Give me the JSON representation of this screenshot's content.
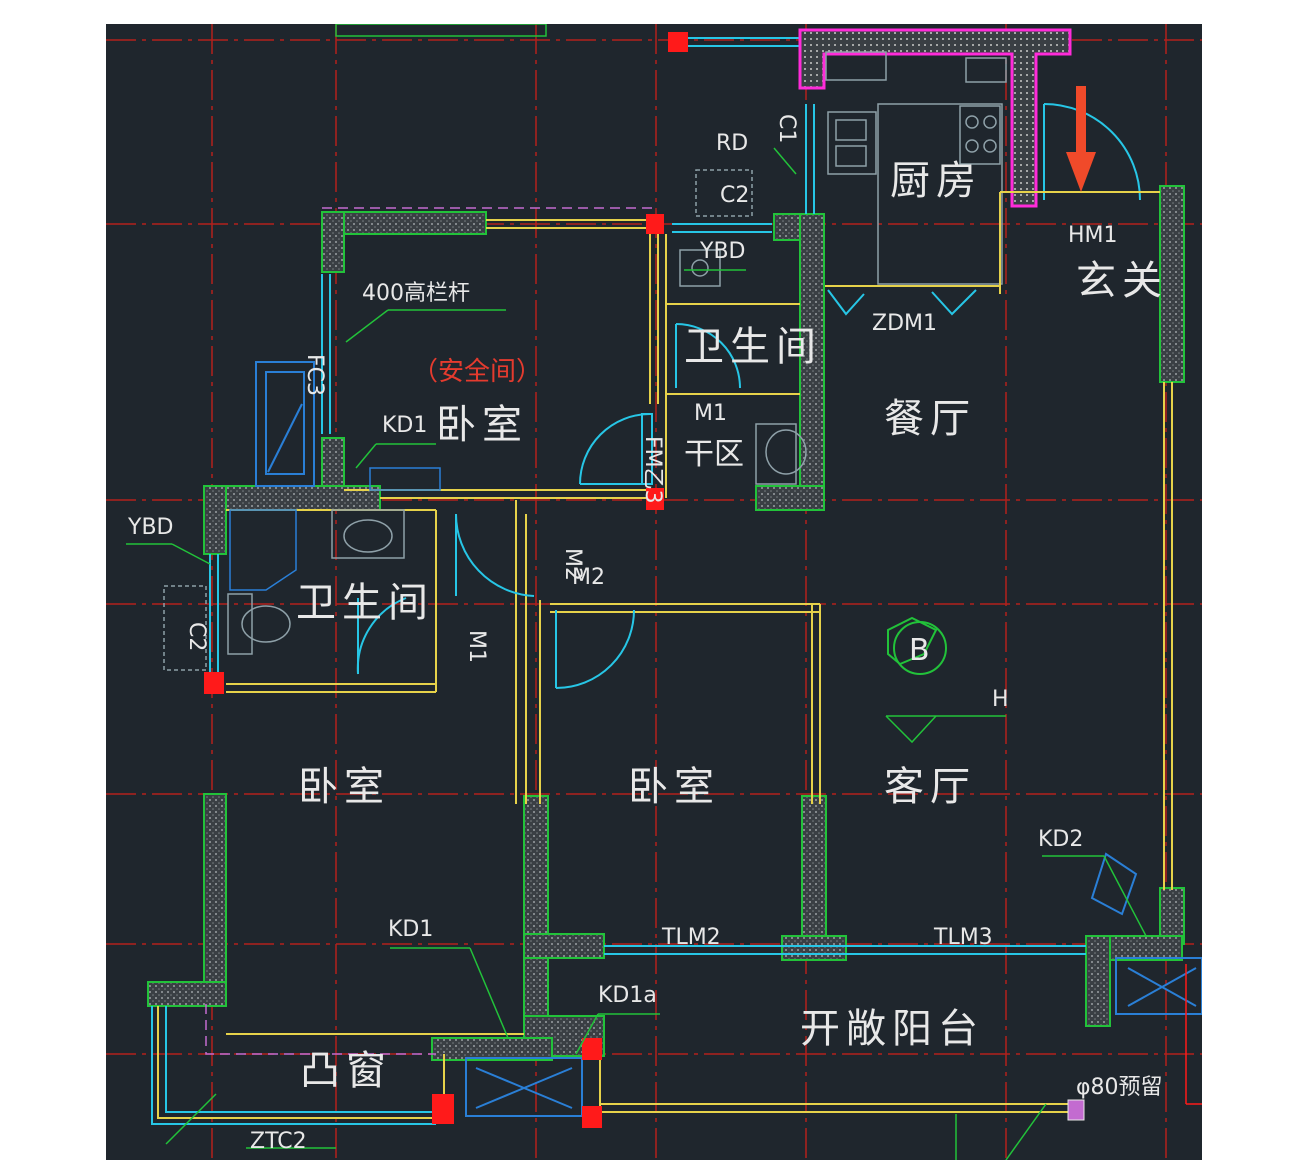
{
  "rooms": {
    "kitchen": "厨房",
    "entry": "玄关",
    "dining": "餐厅",
    "living": "客厅",
    "bath_top": "卫生间",
    "dry_zone": "干区",
    "bedroom_safe": "卧室",
    "safe_room_note": "（安全间）",
    "bath_left": "卫生间",
    "bedroom_left": "卧室",
    "bedroom_mid": "卧室",
    "balcony": "开敞阳台",
    "bay_window": "凸窗"
  },
  "tags": {
    "rd": "RD",
    "c1": "C1",
    "c2_top": "C2",
    "ybd_top": "YBD",
    "hm1": "HM1",
    "zdm1": "ZDM1",
    "railing": "400高栏杆",
    "fc3": "FC3",
    "kd1_top": "KD1",
    "m1_top": "M1",
    "fmz3": "FM乙3",
    "ybd_left": "YBD",
    "c2_left": "C2",
    "m1_left": "M1",
    "m2_a": "M2",
    "m2_b": "M2",
    "axis_b": "B",
    "level_h": "H",
    "kd2": "KD2",
    "kd1_bottom": "KD1",
    "kd1a": "KD1a",
    "tlm2": "TLM2",
    "tlm3": "TLM3",
    "ztc2": "ZTC2",
    "pipe_note": "φ80预留"
  },
  "colors": {
    "background": "#1f262d",
    "wall_outline": "#22c23a",
    "partition": "#e6d24a",
    "window": "#27c6e6",
    "grid": "#b3201c",
    "column": "#ff1a1a",
    "highlight_wall": "#ff2bd9",
    "arrow": "#f04a2a",
    "text": "#e8e8e8"
  }
}
